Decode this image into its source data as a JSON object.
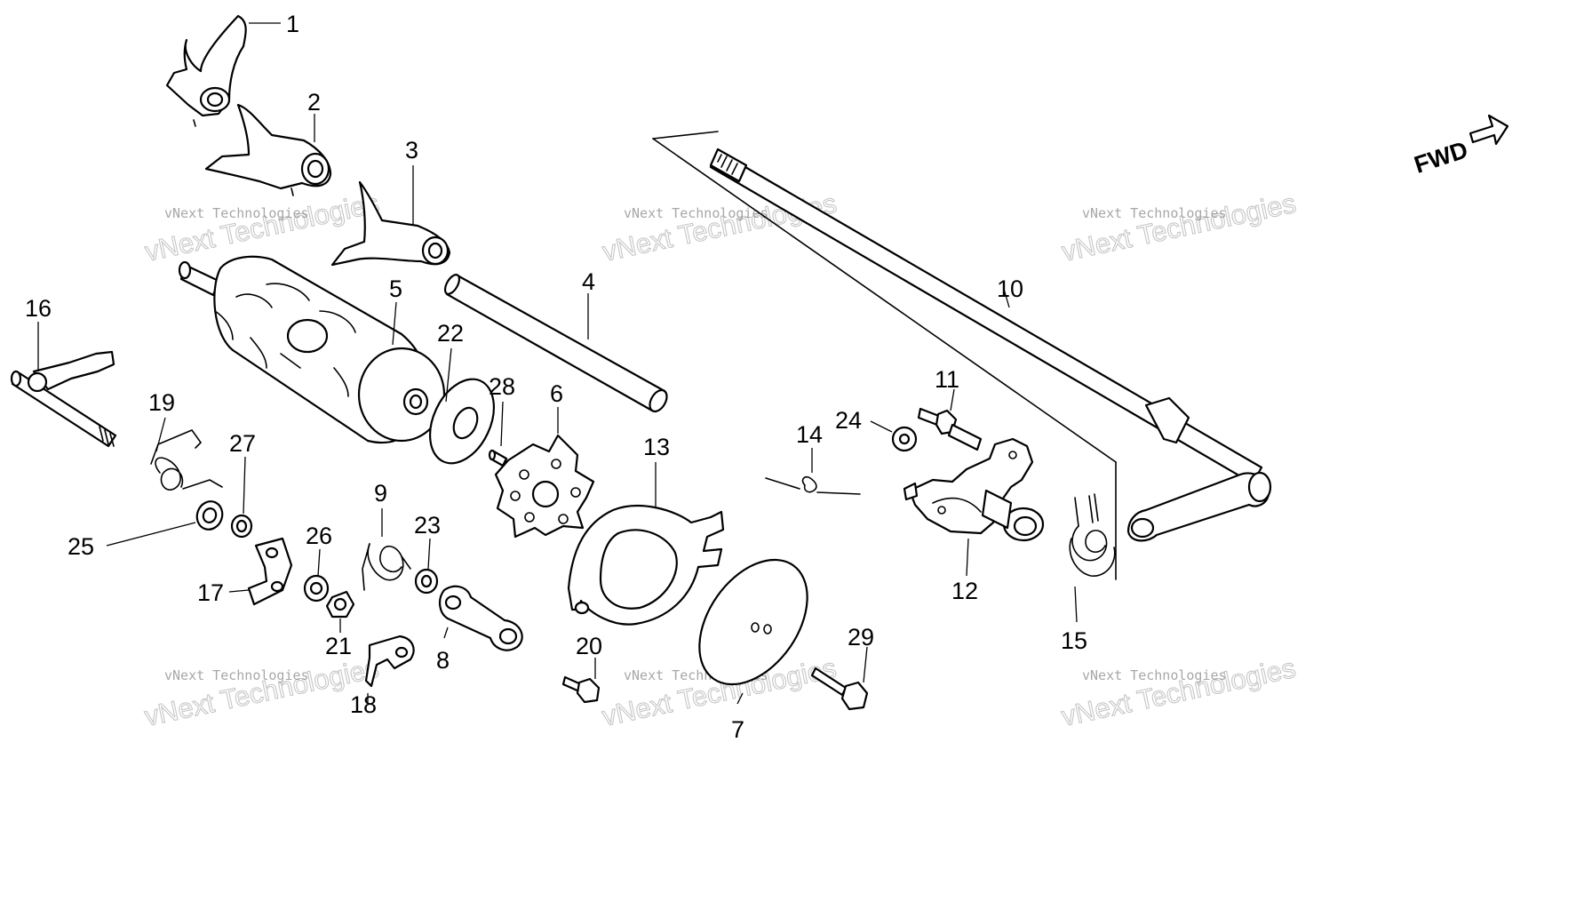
{
  "figure": {
    "fwd_label": "FWD",
    "callouts": [
      "1",
      "2",
      "3",
      "4",
      "5",
      "6",
      "7",
      "8",
      "9",
      "10",
      "11",
      "12",
      "13",
      "14",
      "15",
      "16",
      "17",
      "18",
      "19",
      "20",
      "21",
      "22",
      "23",
      "24",
      "25",
      "26",
      "27",
      "28",
      "29"
    ]
  },
  "watermark": {
    "small": "vNext Technologies",
    "big": "vNext Technologies"
  },
  "colors": {
    "line": "#000000",
    "background": "#ffffff",
    "watermark": "#8a8a8a"
  }
}
